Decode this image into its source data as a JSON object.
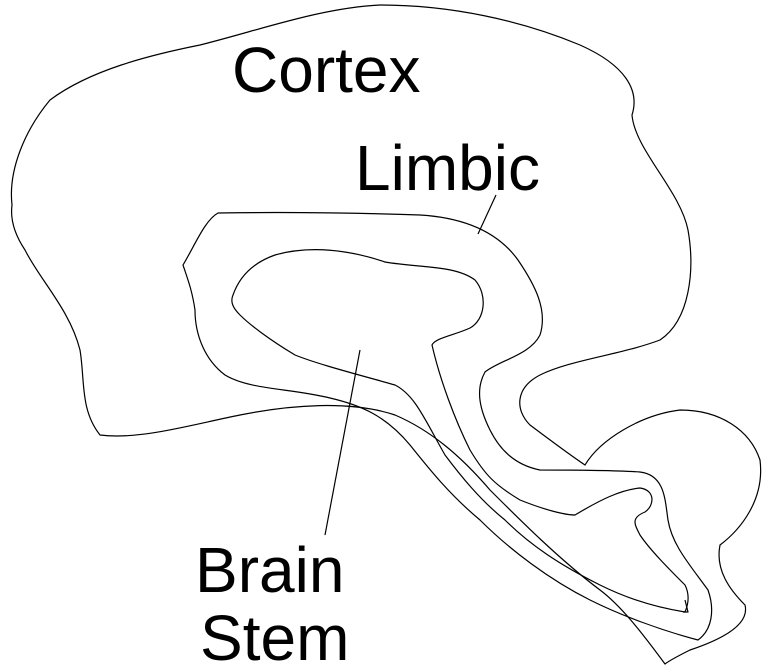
{
  "labels": {
    "cortex": "Cortex",
    "limbic": "Limbic",
    "brain_stem_line1": "Brain",
    "brain_stem_line2": "Stem"
  },
  "colors": {
    "cortex_fill": "#ffffff",
    "limbic_fill": "#e0e0e0",
    "brain_stem_fill": "#0000ff",
    "stroke": "#000000"
  }
}
